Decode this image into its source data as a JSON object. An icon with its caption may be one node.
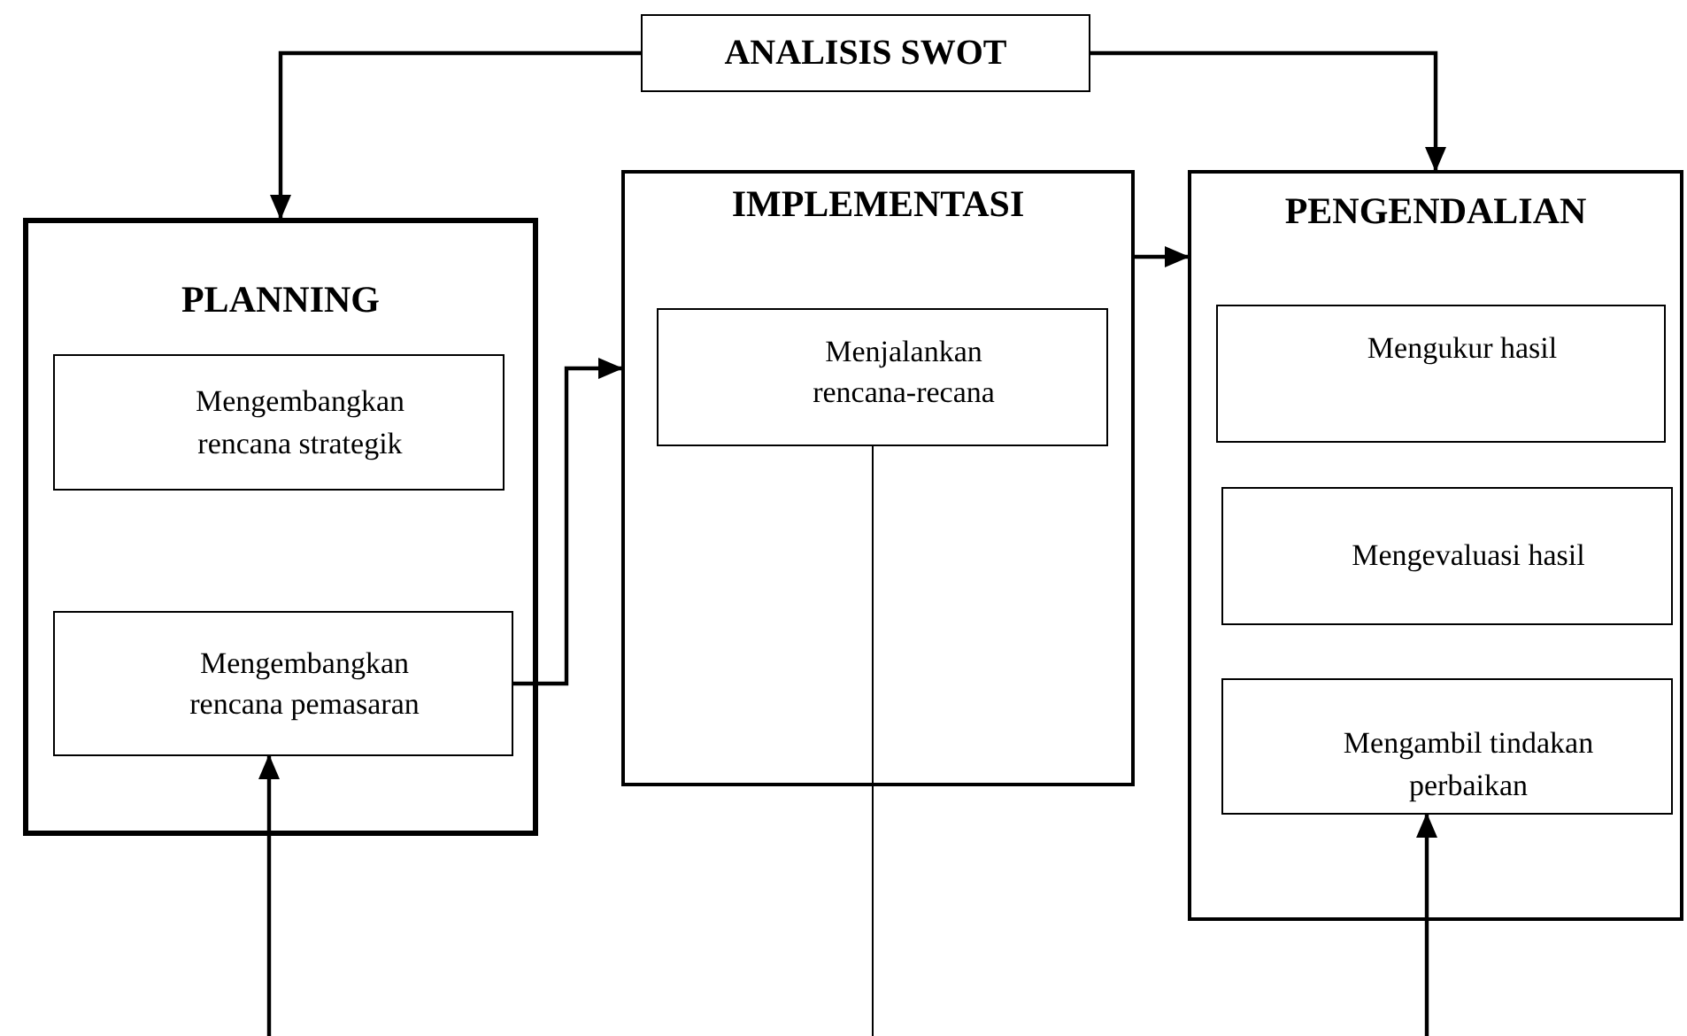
{
  "diagram": {
    "nodes": [
      {
        "text": [
          "ANALISIS SWOT"
        ]
      },
      {
        "text": [
          "PLANNING"
        ]
      },
      {
        "text": [
          "Mengembangkan rencana strategik"
        ],
        "in": 1
      },
      {
        "text": [
          "Mengembangkan rencana pemasaran"
        ],
        "in": 1
      },
      {
        "text": [
          "IMPLEMENTASI"
        ]
      },
      {
        "text": [
          "Menjalankan rencana-recana"
        ],
        "in": 4
      },
      {
        "text": [
          "PENGENDALIAN"
        ]
      },
      {
        "text": [
          "Mengukur hasil"
        ],
        "in": 6
      },
      {
        "text": [
          "Mengevaluasi hasil"
        ],
        "in": 6
      },
      {
        "text": [
          "Mengambil tindakan perbaikan"
        ],
        "in": 6
      }
    ],
    "edges": [
      {
        "from": 0,
        "to": 1,
        "arrow": "to"
      },
      {
        "from": 0,
        "to": 6,
        "arrow": "to"
      },
      {
        "from": 3,
        "to": 4,
        "arrow": "to"
      },
      {
        "from": 4,
        "to": 6,
        "arrow": "to"
      },
      {
        "from": null,
        "to": 3,
        "arrow": "to"
      },
      {
        "from": 5,
        "to": null,
        "arrow": "none"
      },
      {
        "from": null,
        "to": 9,
        "arrow": "to"
      }
    ]
  }
}
